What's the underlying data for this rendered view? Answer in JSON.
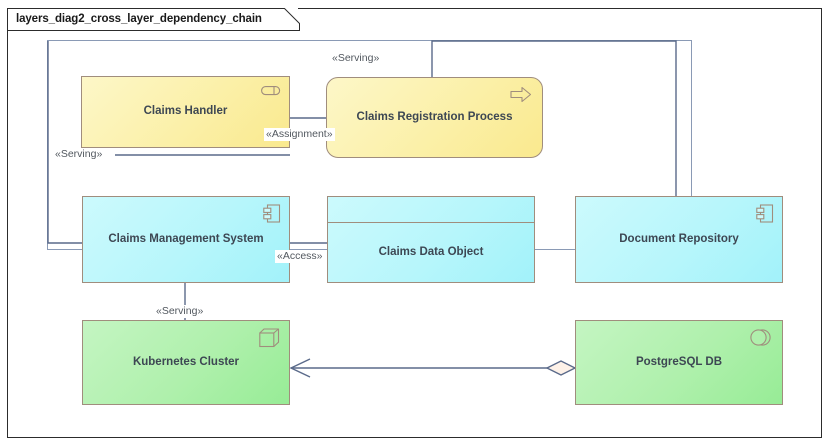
{
  "diagram": {
    "tab_label": "layers_diag2_cross_layer_dependency_chain",
    "frame_border_color": "#2c2c2c",
    "group_border_color": "#8a9ab5",
    "connector_color": "#5a6a8a",
    "node_border_color": "#a08d7d",
    "text_color": "#3d4753"
  },
  "layers": {
    "business_color": "#fbf0a8",
    "application_color": "#b7f6fb",
    "technology_color": "#aff0ac"
  },
  "nodes": [
    {
      "id": "claims-handler",
      "label": "Claims Handler",
      "layer": "business",
      "element_type": "business-role",
      "icon": "business-role-icon"
    },
    {
      "id": "claims-registration-process",
      "label": "Claims Registration Process",
      "layer": "business",
      "element_type": "business-process",
      "icon": "business-process-arrow-icon"
    },
    {
      "id": "claims-management-system",
      "label": "Claims Management System",
      "layer": "application",
      "element_type": "application-component",
      "icon": "application-component-icon"
    },
    {
      "id": "claims-data-object",
      "label": "Claims Data Object",
      "layer": "application",
      "element_type": "data-object",
      "icon": "data-object-header-band"
    },
    {
      "id": "document-repository",
      "label": "Document Repository",
      "layer": "application",
      "element_type": "application-component",
      "icon": "application-component-icon"
    },
    {
      "id": "kubernetes-cluster",
      "label": "Kubernetes Cluster",
      "layer": "technology",
      "element_type": "node",
      "icon": "node-3d-box-icon"
    },
    {
      "id": "postgresql-db",
      "label": "PostgreSQL DB",
      "layer": "technology",
      "element_type": "technology-service",
      "icon": "technology-service-circles-icon"
    }
  ],
  "relationships": [
    {
      "id": "rel-assignment",
      "label": "«Assignment»",
      "from": "claims-handler",
      "to": "claims-registration-process",
      "style": "solid"
    },
    {
      "id": "rel-serving-docrepo-process",
      "label": "«Serving»",
      "from": "document-repository",
      "to": "claims-registration-process",
      "style": "solid"
    },
    {
      "id": "rel-serving-cms-handler",
      "label": "«Serving»",
      "from": "claims-management-system",
      "to": "claims-handler",
      "style": "solid"
    },
    {
      "id": "rel-access-cms-data",
      "label": "«Access»",
      "from": "claims-management-system",
      "to": "claims-data-object",
      "style": "solid"
    },
    {
      "id": "rel-serving-k8s-cms",
      "label": "«Serving»",
      "from": "kubernetes-cluster",
      "to": "claims-management-system",
      "style": "solid"
    },
    {
      "id": "rel-aggregation-postgres-k8s",
      "label": "",
      "from": "postgresql-db",
      "to": "kubernetes-cluster",
      "style": "aggregation-arrow"
    }
  ]
}
